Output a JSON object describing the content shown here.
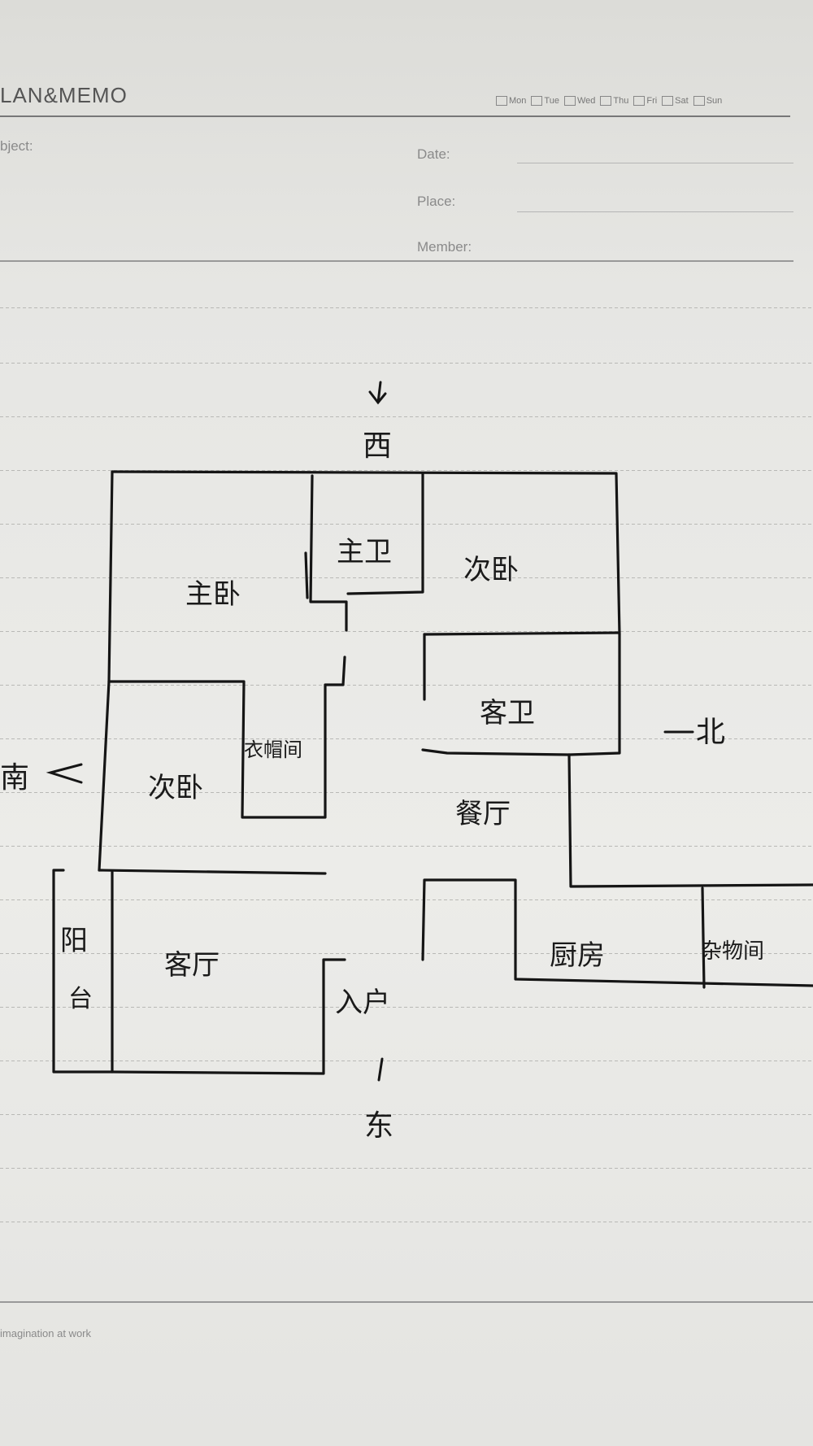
{
  "header": {
    "title": "LAN&MEMO",
    "days": [
      "Mon",
      "Tue",
      "Wed",
      "Thu",
      "Fri",
      "Sat",
      "Sun"
    ]
  },
  "fields": {
    "subject": "bject:",
    "date": "Date:",
    "place": "Place:",
    "member": "Member:"
  },
  "plan": {
    "compass": {
      "north": "北",
      "south": "南",
      "east": "东",
      "west": "西"
    },
    "rooms": {
      "master_bedroom": "主卧",
      "master_bath": "主卫",
      "second_bedroom_top": "次卧",
      "guest_bath": "客卫",
      "cloakroom": "衣帽间",
      "second_bedroom_left": "次卧",
      "dining": "餐厅",
      "balcony_top": "阳",
      "balcony_bottom": "台",
      "living": "客厅",
      "entrance": "入户",
      "kitchen": "厨房",
      "storage": "杂物间"
    }
  },
  "footer": {
    "text": "imagination at work"
  }
}
